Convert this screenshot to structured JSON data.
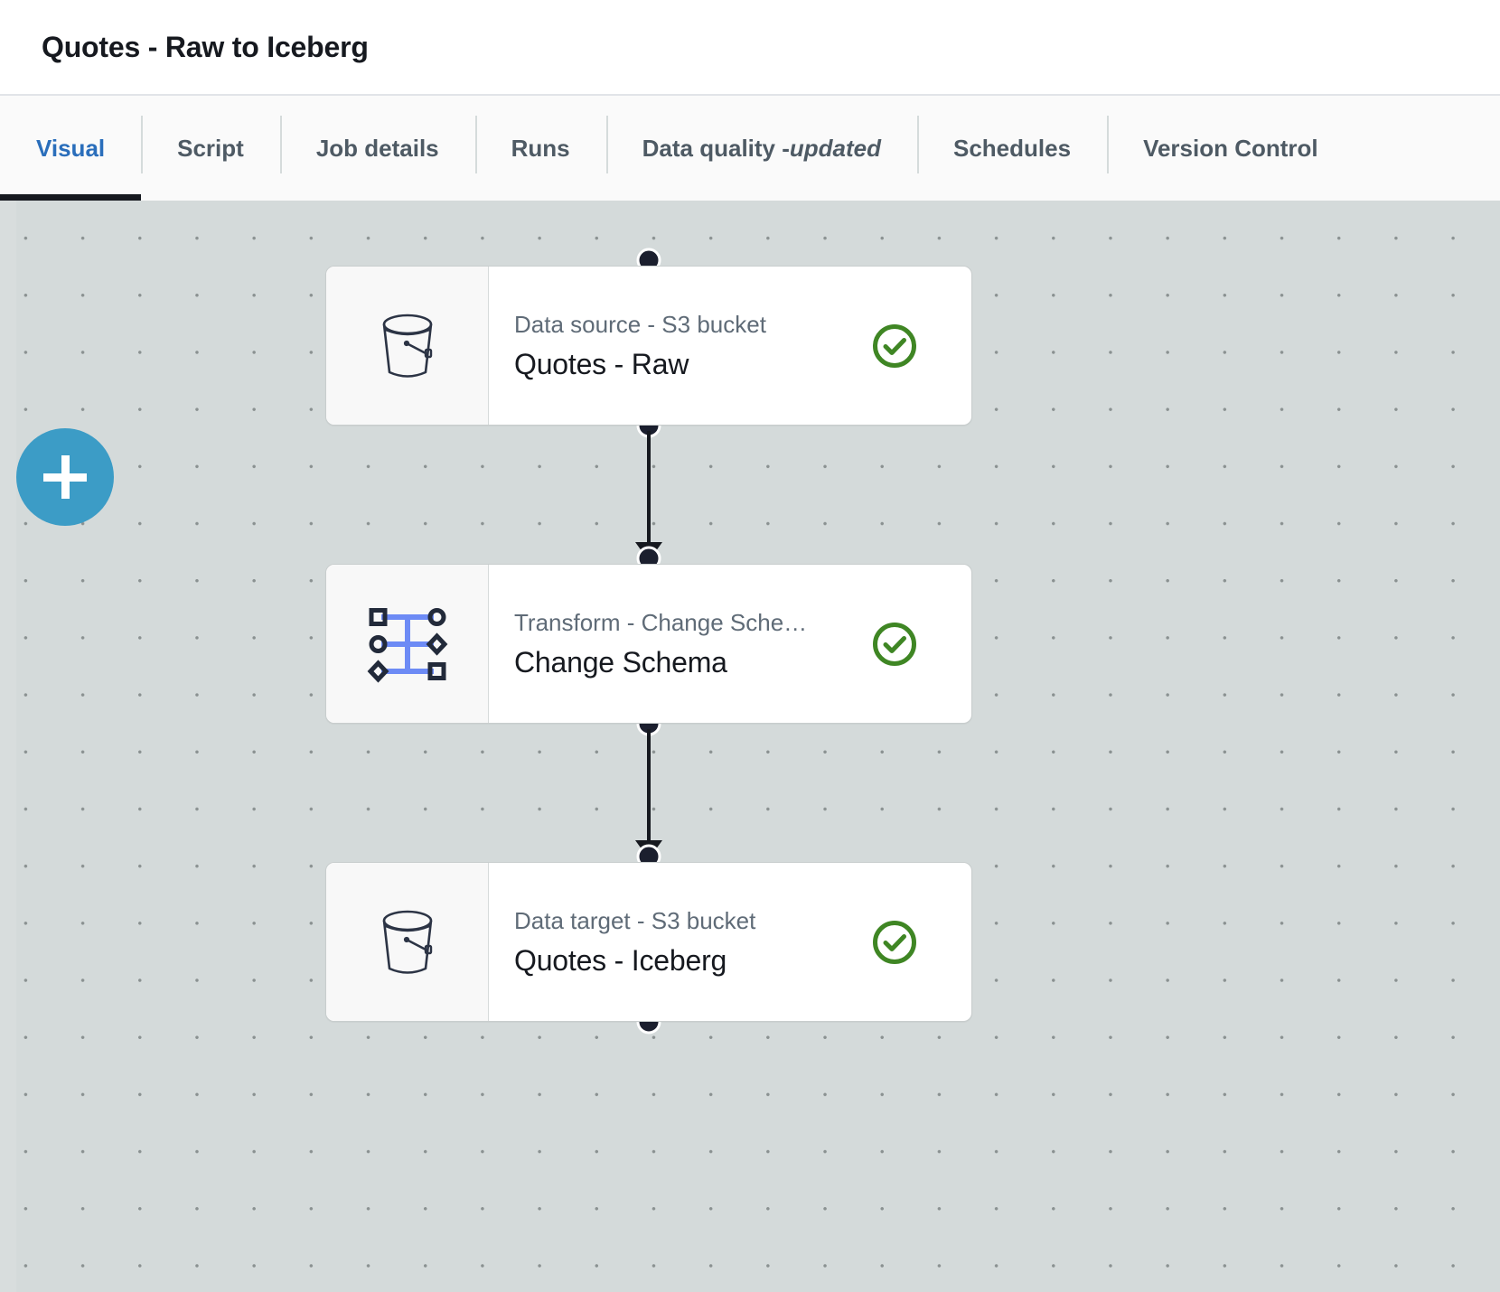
{
  "header": {
    "title": "Quotes - Raw to Iceberg"
  },
  "tabs": [
    {
      "label": "Visual",
      "active": true
    },
    {
      "label": "Script",
      "active": false
    },
    {
      "label": "Job details",
      "active": false
    },
    {
      "label": "Runs",
      "active": false
    },
    {
      "label": "Data quality - ",
      "emphasis": "updated",
      "active": false
    },
    {
      "label": "Schedules",
      "active": false
    },
    {
      "label": "Version Control",
      "active": false
    }
  ],
  "canvas": {
    "add_button_icon": "plus-icon",
    "background_color": "#d4dada",
    "grid_dot_color": "#8a9191"
  },
  "nodes": [
    {
      "id": "source",
      "icon": "s3-bucket-icon",
      "type_label": "Data source - S3 bucket",
      "name": "Quotes - Raw",
      "status": "valid",
      "status_icon": "check-circle-icon",
      "status_color": "#3f8624"
    },
    {
      "id": "transform",
      "icon": "change-schema-icon",
      "type_label": "Transform - Change Sche…",
      "name": "Change Schema",
      "status": "valid",
      "status_icon": "check-circle-icon",
      "status_color": "#3f8624"
    },
    {
      "id": "target",
      "icon": "s3-bucket-icon",
      "type_label": "Data target - S3 bucket",
      "name": "Quotes - Iceberg",
      "status": "valid",
      "status_icon": "check-circle-icon",
      "status_color": "#3f8624"
    }
  ],
  "edges": [
    {
      "from": "source",
      "to": "transform"
    },
    {
      "from": "transform",
      "to": "target"
    }
  ]
}
